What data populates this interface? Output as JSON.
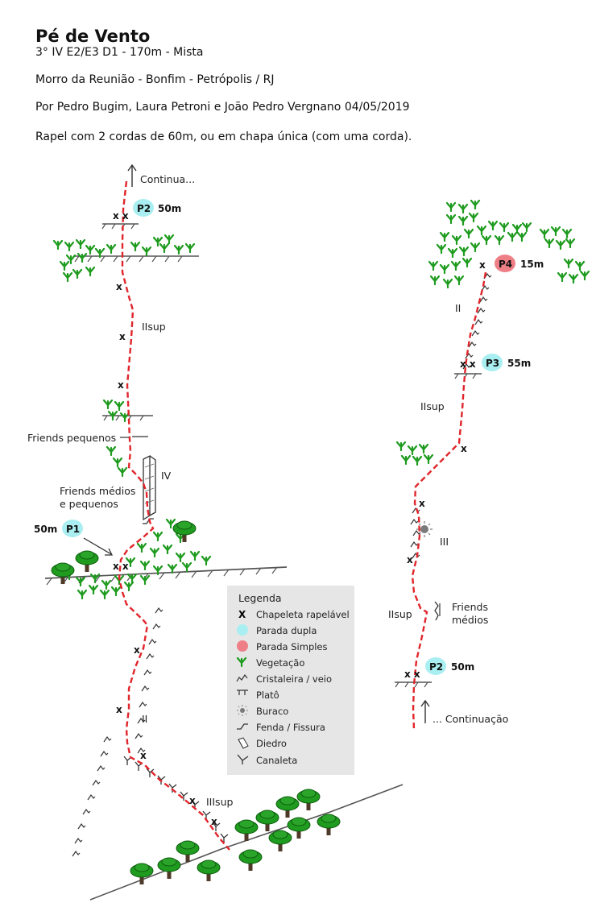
{
  "header": {
    "title": "Pé de Vento",
    "grade": "3° IV E2/E3 D1 - 170m - Mista",
    "location": "Morro da Reunião - Bonfim - Petrópolis / RJ",
    "authors": "Por Pedro Bugim, Laura Petroni e João Pedro Vergnano 04/05/2019",
    "rappel": "Rapel com 2 cordas de 60m, ou em chapa única (com uma corda)."
  },
  "left_topo": {
    "continue_label": "Continua...",
    "p2_label": "P2",
    "p2_length": "50m",
    "p1_label": "P1",
    "p1_length": "50m",
    "grade_upper": "IIsup",
    "grade_iv": "IV",
    "grade_ii": "II",
    "grade_iiisup": "IIIsup",
    "friends_small": "Friends pequenos",
    "friends_medium_1": "Friends médios",
    "friends_medium_2": "e pequenos"
  },
  "right_topo": {
    "p4_label": "P4",
    "p4_length": "15m",
    "p3_label": "P3",
    "p3_length": "55m",
    "p2_label": "P2",
    "p2_length": "50m",
    "grade_ii": "II",
    "grade_iisup_1": "IIsup",
    "grade_iii": "III",
    "grade_iisup_2": "IIsup",
    "friends_1": "Friends",
    "friends_2": "médios",
    "continuation_label": "... Continuação"
  },
  "bolt_mark": "x",
  "bolt_pair": "x x",
  "legend": {
    "title": "Legenda",
    "items": {
      "bolt": "Chapeleta rapelável",
      "double": "Parada dupla",
      "simple": "Parada Simples",
      "vegetation": "Vegetação",
      "crystal": "Cristaleira / veio",
      "ledge": "Platô",
      "hole": "Buraco",
      "crack": "Fenda / Fissura",
      "dihedral": "Diedro",
      "gully": "Canaleta"
    },
    "symbols": {
      "bolt": "X"
    }
  },
  "colors": {
    "route_line": "#e0252b",
    "double_station": "#a9eef1",
    "simple_station": "#ef7f86",
    "vegetation": "#1f9b1f",
    "tree": "#1f9b1f",
    "trunk": "#4f3a2a",
    "legend_background": "#e6e6e6"
  },
  "icons": [
    "arrow-up-icon",
    "bolt-icon",
    "double-station-icon",
    "simple-station-icon",
    "vegetation-icon",
    "crystal-icon",
    "ledge-icon",
    "hole-icon",
    "crack-icon",
    "dihedral-icon",
    "gully-icon",
    "tree-icon"
  ]
}
